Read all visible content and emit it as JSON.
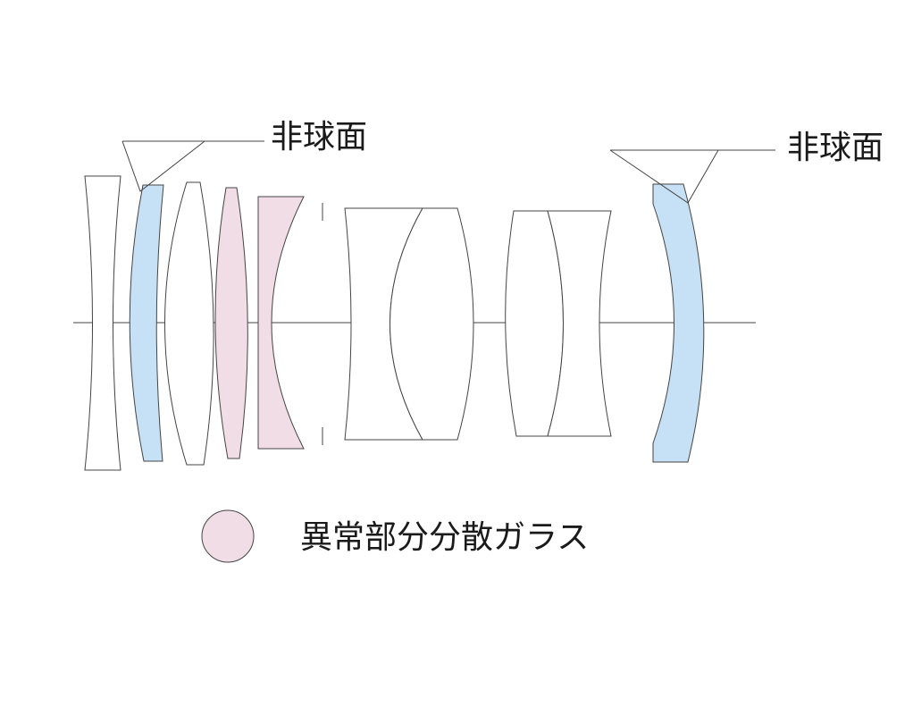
{
  "colors": {
    "aspherical": "#c6e1f5",
    "ed_glass": "#f1dde6",
    "outline": "#444444",
    "background": "#ffffff"
  },
  "labels": {
    "aspherical_left": "非球面",
    "aspherical_right": "非球面"
  },
  "legend": {
    "ed_glass": "異常部分分散ガラス"
  }
}
